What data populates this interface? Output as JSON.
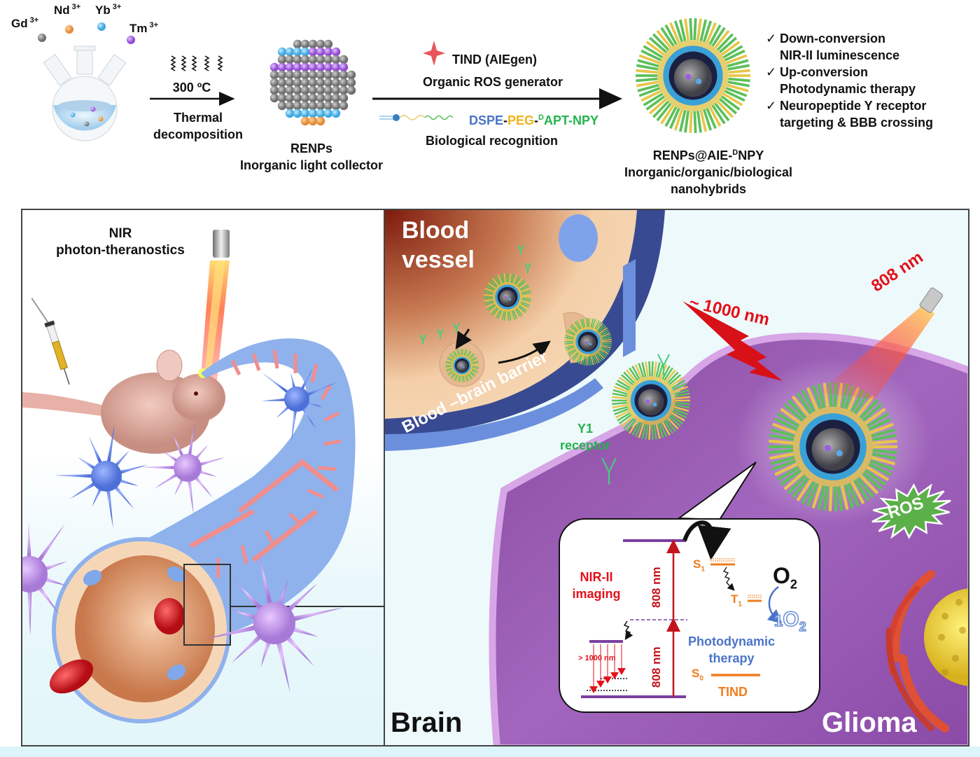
{
  "scheme": {
    "ions": [
      {
        "symbol": "Gd",
        "charge": "3+",
        "color": "#8a8a8a"
      },
      {
        "symbol": "Nd",
        "charge": "3+",
        "color": "#f0a050"
      },
      {
        "symbol": "Yb",
        "charge": "3+",
        "color": "#6cc3ef"
      },
      {
        "symbol": "Tm",
        "charge": "3+",
        "color": "#b06ee0"
      }
    ],
    "step1": {
      "condition": "300 ºC",
      "label_line1": "Thermal",
      "label_line2": "decomposition"
    },
    "product1": {
      "name": "RENPs",
      "description": "Inorganic light collector"
    },
    "step2": {
      "reagent1_name": "TIND (AIEgen)",
      "reagent1_role": "Organic ROS generator",
      "reagent2_part1": "DSPE",
      "reagent2_sep1": "-",
      "reagent2_part2": "PEG",
      "reagent2_sep2": "-",
      "reagent2_sup": "D",
      "reagent2_part3": "APT-NPY",
      "reagent2_role": "Biological recognition"
    },
    "product2": {
      "name_prefix": "RENPs@AIE-",
      "name_sup": "D",
      "name_suffix": "NPY",
      "description_line1": "Inorganic/organic/biological",
      "description_line2": "nanohybrids"
    },
    "features": [
      {
        "check": "✓",
        "line1": "Down-conversion",
        "line2": "NIR-II luminescence"
      },
      {
        "check": "✓",
        "line1": "Up-conversion",
        "line2": "Photodynamic  therapy"
      },
      {
        "check": "✓",
        "line1": "Neuropeptide Y receptor",
        "line2": "targeting & BBB crossing"
      }
    ]
  },
  "left_panel": {
    "title_line1": "NIR",
    "title_line2": "photon-theranostics"
  },
  "right_panel": {
    "blood_vessel_line1": "Blood",
    "blood_vessel_line2": "vessel",
    "bbb_label": "Blood –brain barrier",
    "receptor_line1": "Y1",
    "receptor_line2": "receptor",
    "emission_label": "~ 1000 nm",
    "excitation_label": "808 nm",
    "ros_label": "ROS",
    "brain_label": "Brain",
    "glioma_label": "Glioma"
  },
  "energy_diagram": {
    "nir_label_line1": "NIR-II",
    "nir_label_line2": "imaging",
    "excitation_upper": "808 nm",
    "excitation_lower": "808 nm",
    "emission": "> 1000  nm",
    "s1": "S",
    "s1_sub": "1",
    "t1": "T",
    "t1_sub": "1",
    "s0": "S",
    "s0_sub": "0",
    "o2": "O",
    "o2_sub": "2",
    "singlet_o2_sup": "1",
    "singlet_o2": "O",
    "singlet_o2_sub": "2",
    "pdt_line1": "Photodynamic",
    "pdt_line2": "therapy",
    "tind": "TIND"
  },
  "colors": {
    "red": "#e3111b",
    "green": "#22b34c",
    "orange": "#f07d1e",
    "blue": "#4a74c9",
    "purple": "#7a3fa0",
    "glioma": "#9c5bb3"
  }
}
